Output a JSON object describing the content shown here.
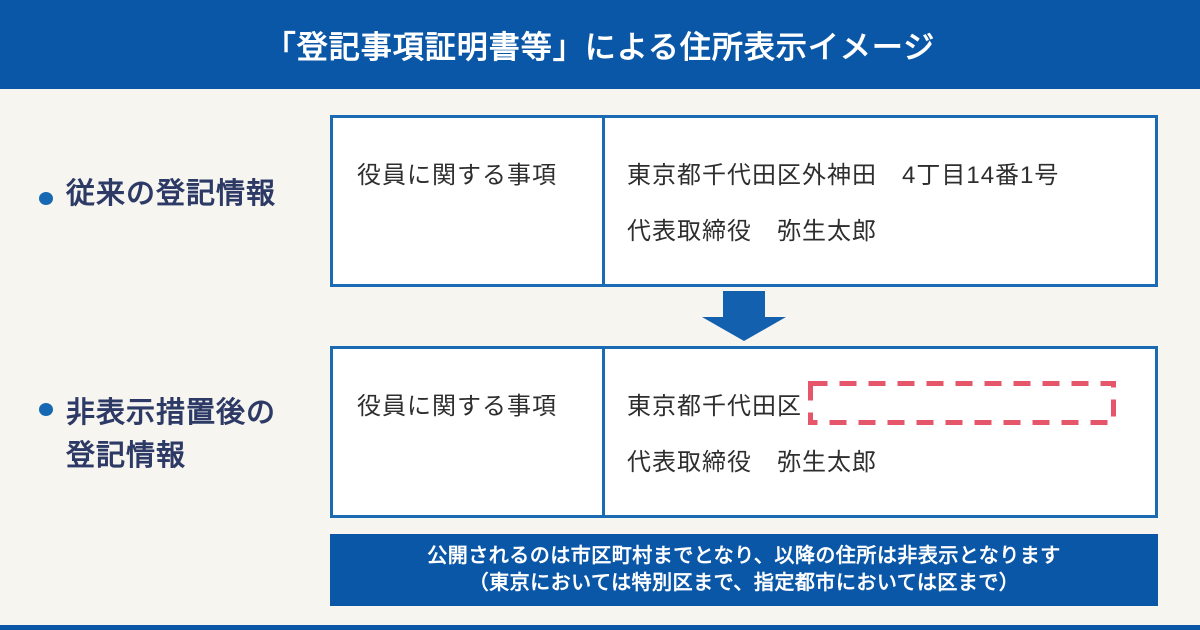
{
  "header": {
    "title": "「登記事項証明書等」による住所表示イメージ"
  },
  "before": {
    "label": "従来の登記情報",
    "row_header": "役員に関する事項",
    "address_line": "東京都千代田区外神田　4丁目14番1号",
    "officer_line": "代表取締役　弥生太郎"
  },
  "after": {
    "label_line1": "非表示措置後の",
    "label_line2": "登記情報",
    "row_header": "役員に関する事項",
    "address_visible": "東京都千代田区",
    "officer_line": "代表取締役　弥生太郎"
  },
  "notice": {
    "line1": "公開されるのは市区町村までとなり、以降の住所は非表示となります",
    "line2": "（東京においては特別区まで、指定都市においては区まで）"
  },
  "icons": {
    "down_arrow": "down-arrow",
    "redacted_area": "redacted-address-placeholder",
    "bullet": "bullet-dot"
  },
  "colors": {
    "accent_blue": "#0b57a7",
    "border_blue": "#1a6ab4",
    "arrow_blue": "#1360ae",
    "bullet_blue": "#1668b4",
    "label_navy": "#2d3a66",
    "text_dark": "#2e2e2e",
    "dash_pink": "#e5566a",
    "background": "#f7f5f0",
    "white": "#ffffff"
  }
}
